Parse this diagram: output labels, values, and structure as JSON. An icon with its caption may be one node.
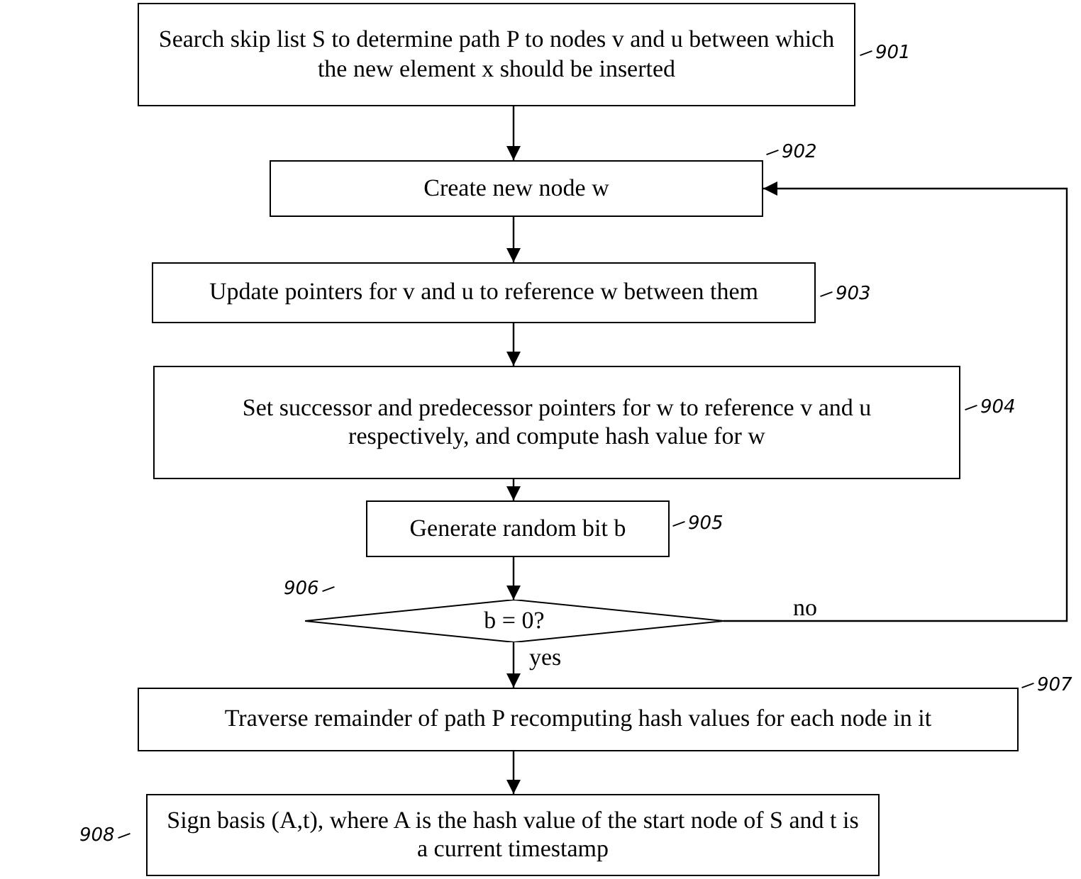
{
  "diagram": {
    "nodes": [
      {
        "text": [
          "Search skip list S to determine path P to nodes v and u between which the new element x should be inserted"
        ],
        "beside": [
          "901"
        ]
      },
      {
        "text": [
          "Create new node w"
        ],
        "beside": [
          "902"
        ]
      },
      {
        "text": [
          "Update pointers for v and u to reference w between them"
        ],
        "beside": [
          "903"
        ]
      },
      {
        "text": [
          "Set successor and predecessor pointers for w to reference v and u respectively, and compute hash value for w"
        ],
        "beside": [
          "904"
        ]
      },
      {
        "text": [
          "Generate random bit b"
        ],
        "beside": [
          "905"
        ]
      },
      {
        "text": [
          "b = 0?"
        ],
        "beside": [
          "906"
        ]
      },
      {
        "text": [
          "Traverse remainder of path P recomputing hash values for each node in it"
        ],
        "beside": [
          "907"
        ]
      },
      {
        "text": [
          "Sign basis (A,t), where A is  the hash value of the start node of S and t is a current timestamp"
        ],
        "beside": [
          "908"
        ]
      }
    ],
    "edges": [
      {
        "from": 0,
        "to": 1,
        "arrow": "to"
      },
      {
        "from": 1,
        "to": 2,
        "arrow": "to"
      },
      {
        "from": 2,
        "to": 3,
        "arrow": "to"
      },
      {
        "from": 3,
        "to": 4,
        "arrow": "to"
      },
      {
        "from": 4,
        "to": 5,
        "arrow": "to"
      },
      {
        "from": 5,
        "to": 6,
        "arrow": "to",
        "label": "yes"
      },
      {
        "from": 6,
        "to": 7,
        "arrow": "to"
      },
      {
        "from": 5,
        "to": 1,
        "arrow": "to",
        "label": "no"
      }
    ]
  }
}
